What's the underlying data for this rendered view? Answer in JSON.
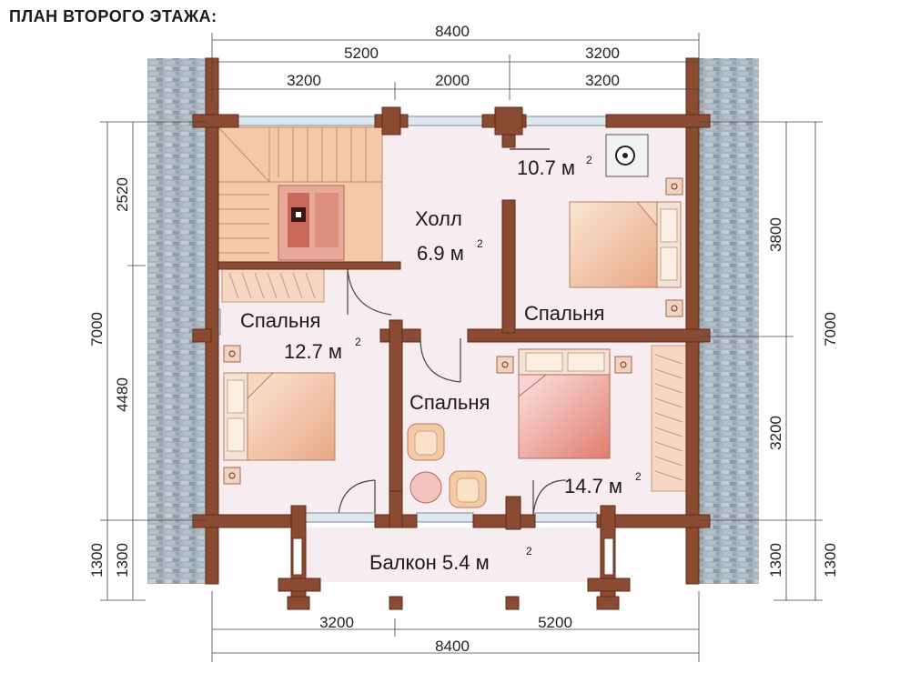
{
  "title": "ПЛАН ВТОРОГО ЭТАЖА:",
  "dimensions": {
    "top_total": "8400",
    "top_left": "5200",
    "top_right": "3200",
    "top_sub_1": "3200",
    "top_sub_2": "2000",
    "top_sub_3": "3200",
    "left_total": "7000",
    "left_upper": "2520",
    "left_lower": "4480",
    "left_balcony_outer": "1300",
    "left_balcony_inner": "1300",
    "right_total": "7000",
    "right_upper": "3800",
    "right_lower": "3200",
    "right_balcony_inner": "1300",
    "right_balcony_outer": "1300",
    "bottom_left": "3200",
    "bottom_right": "5200",
    "bottom_total": "8400"
  },
  "rooms": {
    "hall": {
      "name": "Холл",
      "area": "6.9 м",
      "sup": "2"
    },
    "bedroom_ne": {
      "name": "Спальня",
      "area": "10.7 м",
      "sup": "2"
    },
    "bedroom_w": {
      "name": "Спальня",
      "area": "12.7 м",
      "sup": "2"
    },
    "bedroom_c": {
      "name": "Спальня",
      "area": "14.7 м",
      "sup": "2"
    },
    "balcony": {
      "name": "Балкон 5.4 м",
      "sup": "2"
    }
  },
  "colors": {
    "wall": "#8b4a32",
    "wall_dark": "#6e3622",
    "floor": "#f7ecef",
    "stone": "#a9b6c0",
    "stair": "#f3c9a8",
    "bed": "#f1c9a6",
    "window": "#dfe7ee"
  }
}
